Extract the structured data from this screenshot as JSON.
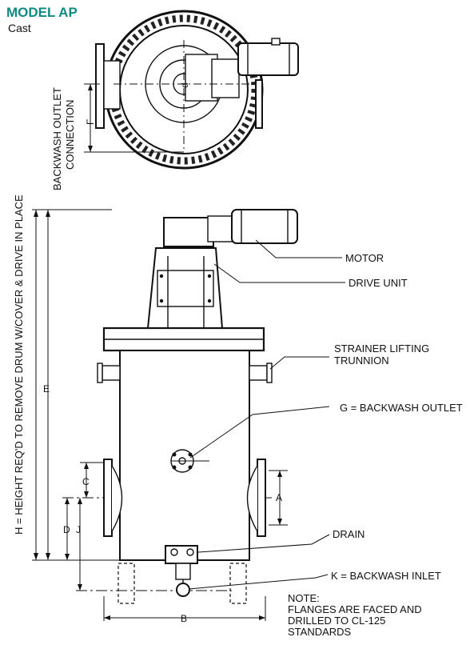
{
  "header": {
    "title": "MODEL AP",
    "subtitle": "Cast"
  },
  "labels": {
    "motor": "MOTOR",
    "drive_unit": "DRIVE UNIT",
    "trunnion_1": "STRAINER LIFTING",
    "trunnion_2": "TRUNNION",
    "backwash_outlet": "G = BACKWASH OUTLET",
    "drain": "DRAIN",
    "backwash_inlet": "K = BACKWASH INLET",
    "note_1": "NOTE:",
    "note_2": "FLANGES ARE FACED AND",
    "note_3": "DRILLED TO CL-125",
    "note_4": "STANDARDS"
  },
  "vertical_labels": {
    "height": "H = HEIGHT REQ'D TO REMOVE DRUM W/COVER & DRIVE IN PLACE",
    "connection_1": "BACKWASH OUTLET",
    "connection_2": "CONNECTION"
  },
  "dimensions": {
    "A": "A",
    "B": "B",
    "C": "C",
    "D": "D",
    "E": "E",
    "F": "F",
    "J": "J",
    "d": "d"
  }
}
